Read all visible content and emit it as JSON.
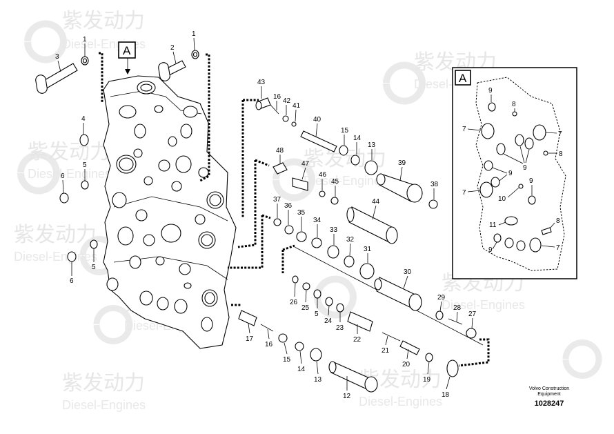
{
  "watermark": {
    "brand": "紫发动力",
    "sub": "Diesel-Engines"
  },
  "view_ref": "A",
  "detail_ref": "A",
  "publisher": {
    "line1": "Volvo Construction",
    "line2": "Equipment",
    "drawing_no": "1028247"
  },
  "callouts": {
    "c1a": "1",
    "c1b": "1",
    "c2": "2",
    "c3": "3",
    "c4": "4",
    "c5a": "5",
    "c5b": "5",
    "c5c": "5",
    "c6a": "6",
    "c6b": "6",
    "c12": "12",
    "c13a": "13",
    "c13b": "13",
    "c14a": "14",
    "c14b": "14",
    "c15a": "15",
    "c15b": "15",
    "c16a": "16",
    "c16b": "16",
    "c17": "17",
    "c18": "18",
    "c19": "19",
    "c20": "20",
    "c21": "21",
    "c22": "22",
    "c23": "23",
    "c24": "24",
    "c25": "25",
    "c26": "26",
    "c27": "27",
    "c28": "28",
    "c29": "29",
    "c30": "30",
    "c31": "31",
    "c32": "32",
    "c33": "33",
    "c34": "34",
    "c35": "35",
    "c36": "36",
    "c37": "37",
    "c38": "38",
    "c39": "39",
    "c40": "40",
    "c41": "41",
    "c42": "42",
    "c43": "43",
    "c44": "44",
    "c45": "45",
    "c46": "46",
    "c47": "47",
    "c48": "48"
  },
  "detail_callouts": {
    "d9a": "9",
    "d8a": "8",
    "d7a": "7",
    "d7b": "7",
    "d8b": "8",
    "d9b": "9",
    "d9c": "9",
    "d9d": "9",
    "d7c": "7",
    "d10": "10",
    "d11": "11",
    "d8c": "8",
    "d9e": "9",
    "d7d": "7"
  }
}
